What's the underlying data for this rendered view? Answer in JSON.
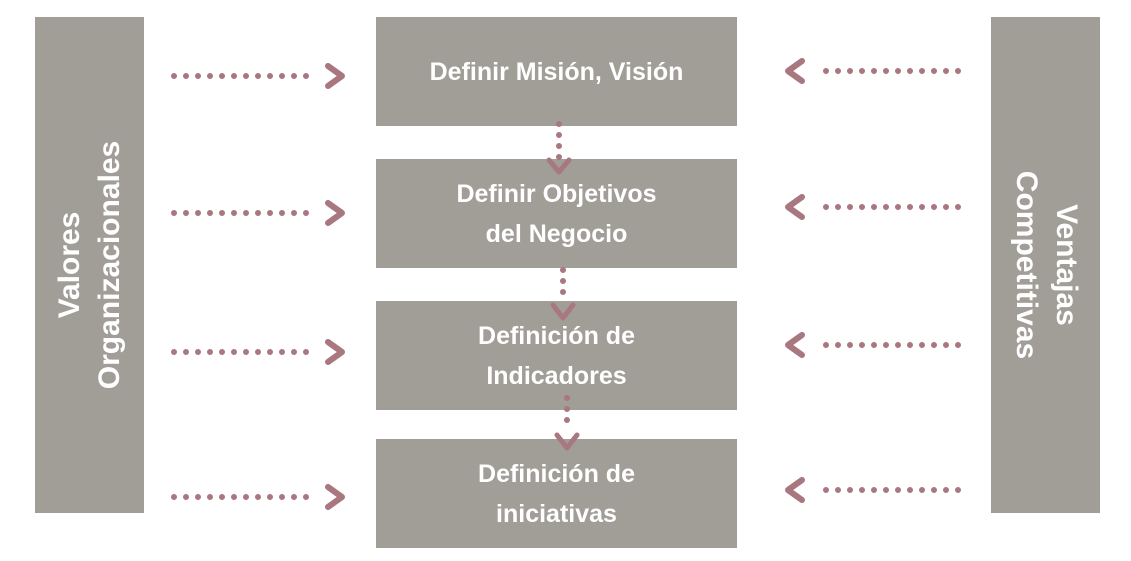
{
  "left_panel": {
    "line1": "Valores",
    "line2": "Organizacionales"
  },
  "right_panel": {
    "line1": "Ventajas",
    "line2": "Competitivas"
  },
  "steps": [
    {
      "line1": "Definir Misión, Visión",
      "line2": ""
    },
    {
      "line1": "Definir Objetivos",
      "line2": "del Negocio"
    },
    {
      "line1": "Definición de",
      "line2": "Indicadores"
    },
    {
      "line1": "Definición de",
      "line2": "iniciativas"
    }
  ],
  "colors": {
    "box": "#a19e98",
    "arrow": "#a8777f",
    "text": "#ffffff"
  }
}
